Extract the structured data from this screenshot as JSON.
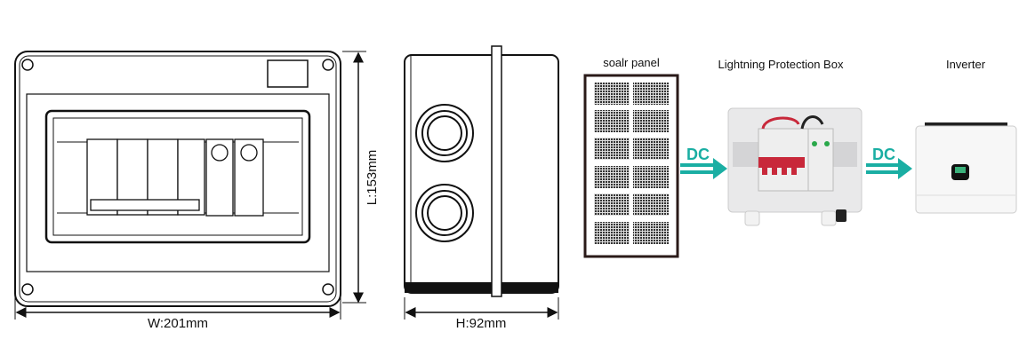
{
  "dimensions": {
    "width_label": "W:201mm",
    "length_label": "L:153mm",
    "height_label": "H:92mm"
  },
  "flow": {
    "solar_panel_label": "soalr panel",
    "protection_box_label": "Lightning Protection  Box",
    "inverter_label": "Inverter",
    "arrow1_label": "DC",
    "arrow2_label": "DC"
  },
  "colors": {
    "accent": "#1aaea3",
    "breaker_red": "#c8283a",
    "outline": "#111111"
  }
}
